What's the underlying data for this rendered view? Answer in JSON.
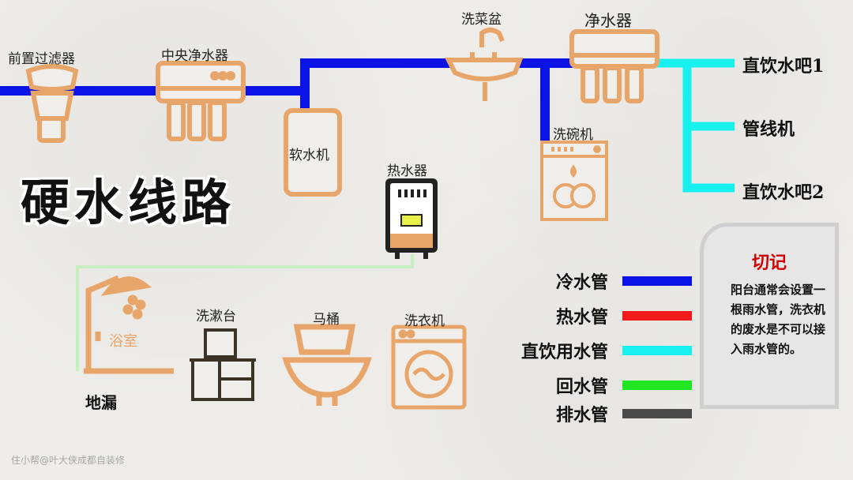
{
  "title": "硬水线路",
  "components": {
    "prefilter": "前置过滤器",
    "central_purifier": "中央净水器",
    "softener": "软水机",
    "sink": "洗菜盆",
    "purifier": "净水器",
    "dishwasher": "洗碗机",
    "water_heater": "热水器",
    "shower": "浴室",
    "washbasin": "洗漱台",
    "toilet": "马桶",
    "washing_machine": "洗衣机",
    "floor_drain": "地漏"
  },
  "outputs": [
    "直饮水吧1",
    "管线机",
    "直饮水吧2"
  ],
  "legend": [
    {
      "label": "冷水管",
      "color": "#0a12e6"
    },
    {
      "label": "热水管",
      "color": "#f01a1a"
    },
    {
      "label": "直饮用水管",
      "color": "#18f0f0"
    },
    {
      "label": "回水管",
      "color": "#22e622"
    },
    {
      "label": "排水管",
      "color": "#4a4a4a"
    }
  ],
  "note": {
    "title": "切记",
    "text": "阳台通常会设置一根雨水管，洗衣机的废水是不可以接入雨水管的。"
  },
  "watermark": "住小帮@叶大侠成都自装修",
  "colors": {
    "icon_orange": "#e8a56a",
    "cold": "#0a12e6",
    "direct": "#18f0f0",
    "return": "#22e622"
  }
}
